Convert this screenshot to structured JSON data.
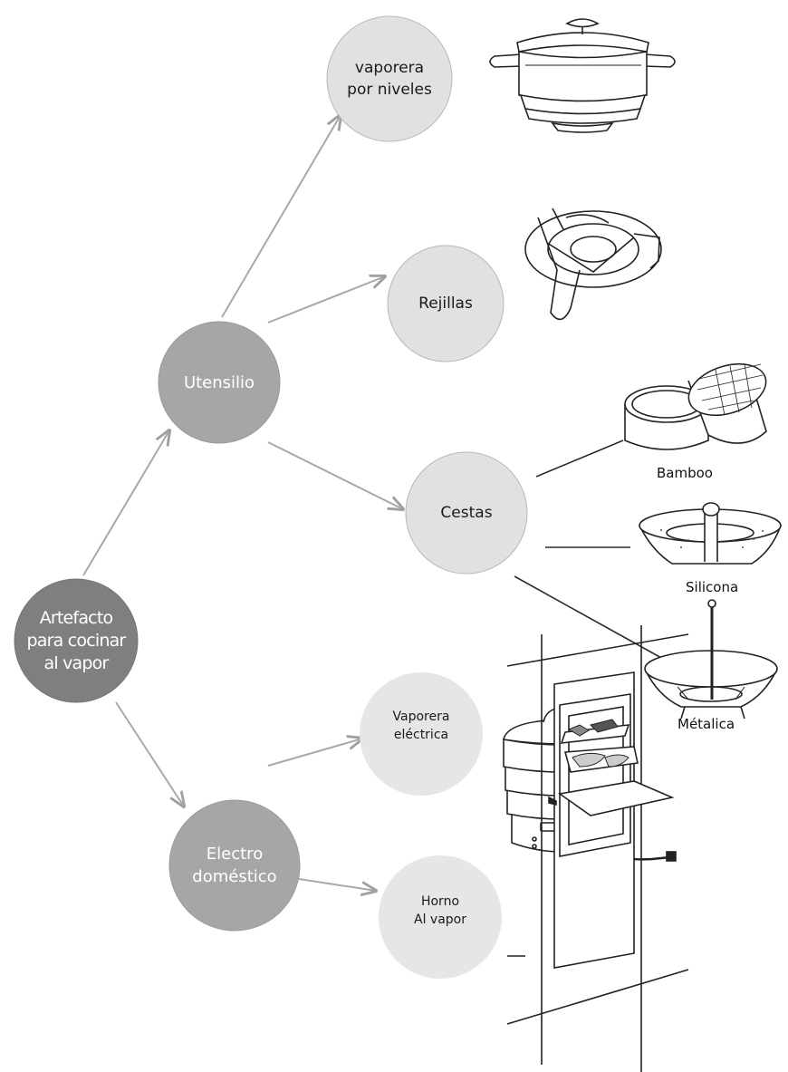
{
  "nodes": {
    "root": "Artefacto\npara cocinar\nal vapor",
    "utensilio": "Utensilio",
    "electro": "Electro\ndoméstico",
    "vaporera_niveles": "vaporera\npor niveles",
    "rejillas": "Rejillas",
    "cestas": "Cestas",
    "vaporera_electrica": "Vaporera\neléctrica",
    "horno": "Horno\nAl vapor"
  },
  "captions": {
    "bamboo": "Bamboo",
    "silicona": "Silicona",
    "metalica": "Métalica"
  },
  "icons": [
    "stock-pot-steamer-icon",
    "trivet-rack-icon",
    "bamboo-steamer-icon",
    "silicone-steamer-basket-icon",
    "metal-steamer-basket-icon",
    "electric-steamer-icon",
    "steam-oven-icon"
  ],
  "colors": {
    "root": "#7f7f7f",
    "level1": "#a6a6a6",
    "level2": "#e1e1e1",
    "arrow": "#a8a8a8",
    "line": "#2b2b2b"
  }
}
